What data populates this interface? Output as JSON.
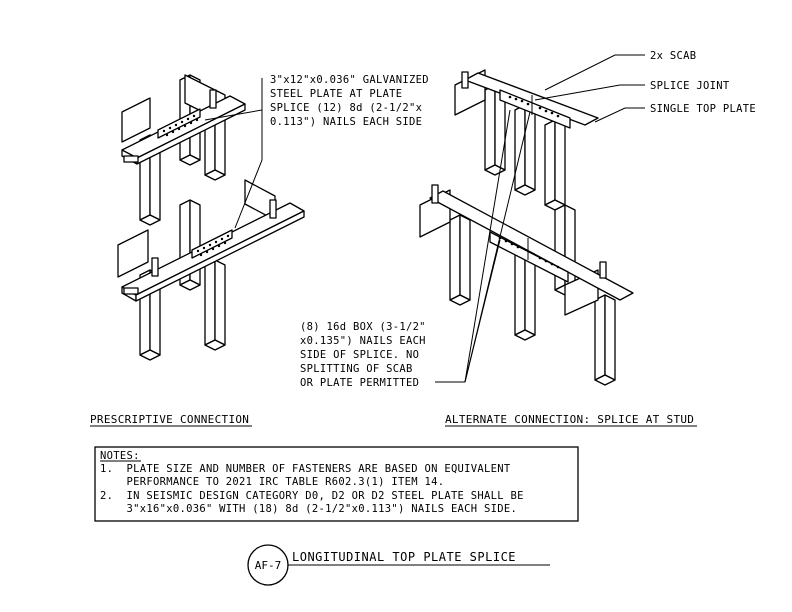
{
  "callouts": {
    "plate_lines": [
      "3\"x12\"x0.036\" GALVANIZED",
      "STEEL PLATE AT PLATE",
      "SPLICE (12) 8d (2-1/2\"x",
      "0.113\") NAILS EACH SIDE"
    ],
    "scab": "2x SCAB",
    "splice_joint": "SPLICE JOINT",
    "single_top_plate": "SINGLE TOP PLATE",
    "nails_lines": [
      "(8) 16d BOX (3-1/2\"",
      "x0.135\") NAILS EACH",
      "SIDE OF SPLICE. NO",
      "SPLITTING OF SCAB",
      "OR PLATE PERMITTED"
    ]
  },
  "captions": {
    "left": "PRESCRIPTIVE CONNECTION",
    "right": "ALTERNATE CONNECTION: SPLICE AT STUD"
  },
  "notes": {
    "heading": "NOTES:",
    "lines": [
      "1.  PLATE SIZE AND NUMBER OF FASTENERS ARE BASED ON EQUIVALENT",
      "    PERFORMANCE TO 2021 IRC TABLE R602.3(1) ITEM 14.",
      "2.  IN SEISMIC DESIGN CATEGORY D0, D2 OR D2 STEEL PLATE SHALL BE",
      "    3\"x16\"x0.036\" WITH (18) 8d (2-1/2\"x0.113\") NAILS EACH SIDE."
    ]
  },
  "title_block": {
    "detail_id": "AF-7",
    "title": "LONGITUDINAL TOP PLATE SPLICE"
  }
}
